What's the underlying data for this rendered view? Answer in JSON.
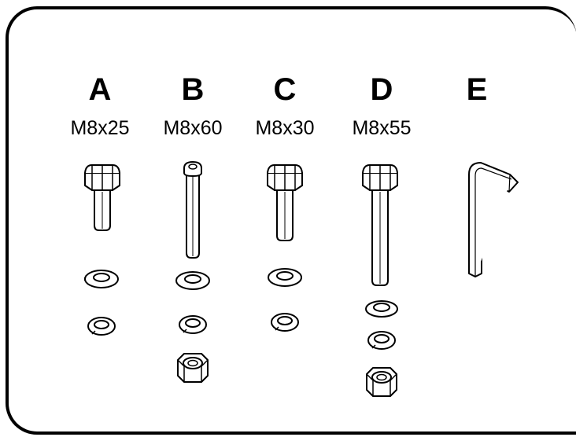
{
  "parts": [
    {
      "letter": "A",
      "size": "M8x25",
      "icon": "hex-bolt-short",
      "items": [
        "hex-bolt",
        "flat-washer",
        "spring-washer"
      ]
    },
    {
      "letter": "B",
      "size": "M8x60",
      "icon": "socket-button-bolt",
      "items": [
        "socket-bolt",
        "flat-washer",
        "spring-washer",
        "hex-nut"
      ]
    },
    {
      "letter": "C",
      "size": "M8x30",
      "icon": "hex-bolt-medium",
      "items": [
        "hex-bolt",
        "flat-washer",
        "spring-washer"
      ]
    },
    {
      "letter": "D",
      "size": "M8x55",
      "icon": "hex-bolt-long",
      "items": [
        "hex-bolt",
        "flat-washer",
        "spring-washer",
        "hex-nut"
      ]
    },
    {
      "letter": "E",
      "size": "",
      "icon": "allen-key",
      "items": [
        "allen-key"
      ]
    }
  ],
  "colors": {
    "line": "#000000",
    "fill": "#ffffff"
  }
}
